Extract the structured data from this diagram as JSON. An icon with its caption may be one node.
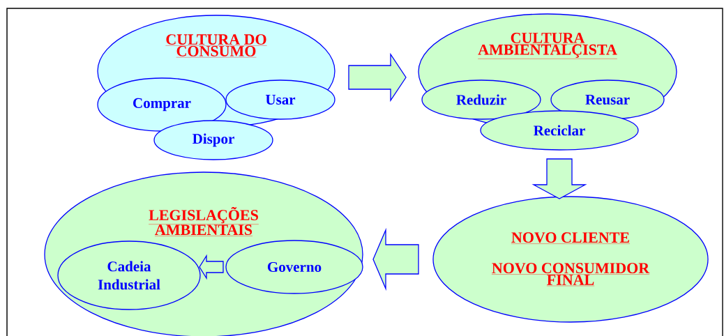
{
  "diagram": {
    "nodes": [
      {
        "text": [
          "CULTURA DO CONSUMO"
        ]
      },
      {
        "text": [
          "Comprar"
        ],
        "in": 0
      },
      {
        "text": [
          "Usar"
        ],
        "in": 0
      },
      {
        "text": [
          "Dispor"
        ]
      },
      {
        "text": [
          "CULTURA AMBIENTALÇISTA"
        ]
      },
      {
        "text": [
          "Reduzir"
        ],
        "in": 4
      },
      {
        "text": [
          "Reusar"
        ],
        "in": 4
      },
      {
        "text": [
          "Reciclar"
        ]
      },
      {
        "text": [
          "LEGISLAÇÕES AMBIENTAIS"
        ]
      },
      {
        "text": [
          "Cadeia Industrial"
        ],
        "in": 8
      },
      {
        "text": [
          "Governo"
        ],
        "in": 8
      },
      {
        "text": [
          "NOVO CLIENTE",
          "NOVO CONSUMIDOR FINAL"
        ]
      }
    ],
    "edges": [
      {
        "from": 0,
        "to": 4,
        "arrow": "to"
      },
      {
        "from": 4,
        "to": 11,
        "arrow": "to"
      },
      {
        "from": 11,
        "to": 8,
        "arrow": "to"
      },
      {
        "from": 10,
        "to": 9,
        "arrow": "to"
      }
    ]
  }
}
